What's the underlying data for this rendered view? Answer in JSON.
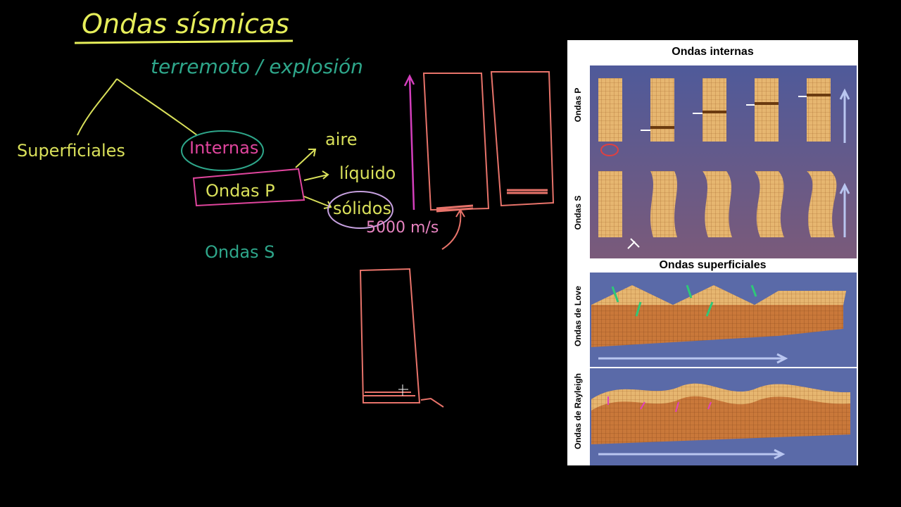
{
  "board": {
    "title": "Ondas sísmicas",
    "cause": "terremoto / explosión",
    "superficiales": "Superficiales",
    "internas": "Internas",
    "ondas_p": "Ondas P",
    "media": [
      "aire",
      "líquido",
      "sólidos"
    ],
    "speed": "5000 m/s",
    "ondas_s": "Ondas S"
  },
  "figure": {
    "title_internas": "Ondas internas",
    "title_superficiales": "Ondas superficiales",
    "label_p": "Ondas P",
    "label_s": "Ondas S",
    "label_love": "Ondas de Love",
    "label_rayleigh": "Ondas de Rayleigh"
  },
  "colors": {
    "chalk_yellow": "#d9e05a",
    "chalk_teal": "#2ea68a",
    "chalk_magenta": "#e0459d",
    "chalk_pink": "#e783c0",
    "chalk_salmon": "#e8736a",
    "block_face": "#e8c07a",
    "panel_bg": "#5a5f9a"
  }
}
